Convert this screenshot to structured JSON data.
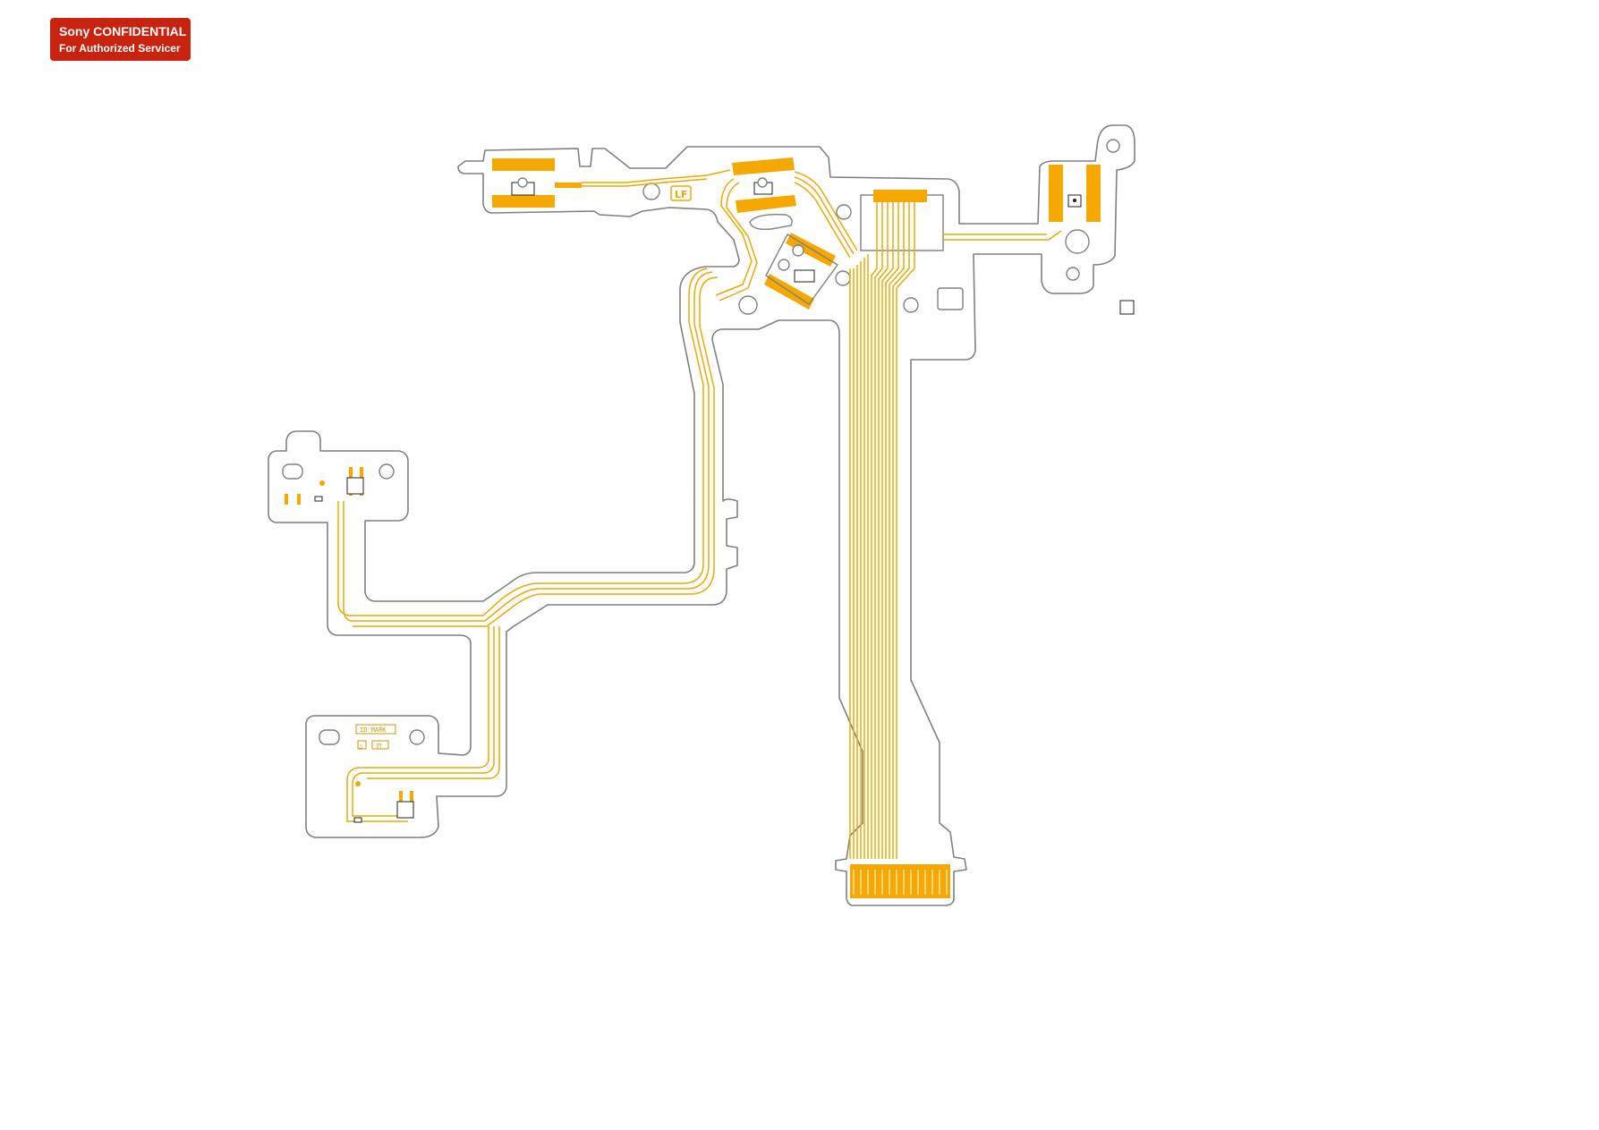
{
  "badge": {
    "line1": "Sony CONFIDENTIAL",
    "line2": "For Authorized Servicer"
  },
  "diagram": {
    "marks": {
      "logo": "LF",
      "id_mark": "ID MARK",
      "symbol_a": "△",
      "symbol_b": "刃"
    },
    "colors": {
      "trace": "#f0a800",
      "outline": "#808080",
      "badge": "#c8230e"
    }
  }
}
